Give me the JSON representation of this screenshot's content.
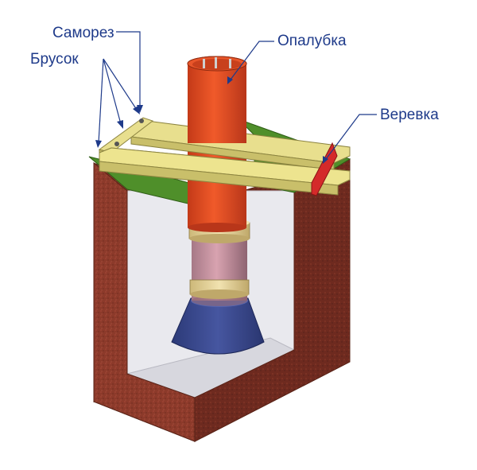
{
  "labels": {
    "samorez": "Саморез",
    "brusok": "Брусок",
    "opalubka": "Опалубка",
    "verevka": "Веревка"
  },
  "colors": {
    "soil": "#8c3a2a",
    "soil_dark": "#6e2a1f",
    "soil_light": "#a8483a",
    "grass": "#4f8f2a",
    "beam": "#e8df8e",
    "beam_side": "#c9bf6a",
    "pipe": "#e0481e",
    "pipe_dark": "#b8361a",
    "sleeve": "#c9909e",
    "sleeve_dark": "#9a6e7c",
    "ring": "#e6d39a",
    "cone": "#3a4a8e",
    "rope": "#d42a2a",
    "label": "#1e3a8a"
  }
}
